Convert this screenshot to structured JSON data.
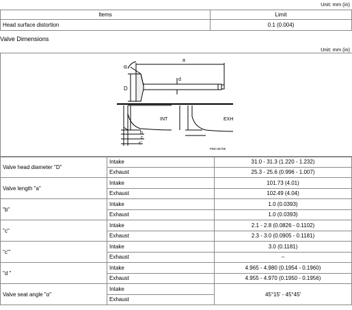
{
  "unit_label": "Unit: mm (in)",
  "table1": {
    "headers": [
      "Items",
      "Limit"
    ],
    "rows": [
      {
        "item": "Head surface distortion",
        "limit": "0.1 (0.004)"
      }
    ]
  },
  "section_title": "Valve Dimensions",
  "figure": {
    "labels": {
      "a": "a",
      "d": "d",
      "D": "D",
      "alpha": "α",
      "b": "b",
      "c": "c",
      "c_prime": "c'",
      "int": "INT",
      "exh": "EXH",
      "code": "PBIC3670E"
    }
  },
  "table2": {
    "rows": [
      {
        "item": "Valve head diameter \"D\"",
        "intake": "31.0 - 31.3 (1.220 - 1.232)",
        "exhaust": "25.3 - 25.6 (0.996 - 1.007)"
      },
      {
        "item": "Valve length \"a\"",
        "intake": "101.73 (4.01)",
        "exhaust": "102.49 (4.04)"
      },
      {
        "item": "\"b\"",
        "intake": "1.0 (0.0393)",
        "exhaust": "1.0 (0.0393)"
      },
      {
        "item": "\"c\"",
        "intake": "2.1 - 2.8 (0.0826 - 0.1102)",
        "exhaust": "2.3 - 3.0 (0.0905 - 0.1181)"
      },
      {
        "item": "\"c'\"",
        "intake": "3.0 (0.1181)",
        "exhaust": "–"
      },
      {
        "item": "\"d \"",
        "intake": "4.965 - 4.980 (0.1954 - 0.1960)",
        "exhaust": "4.955 - 4.970 (0.1950 - 0.1956)"
      },
      {
        "item": "Valve seat angle \"α\"",
        "intake": "Intake",
        "exhaust": "Exhaust",
        "value": "45°15′ - 45°45′"
      }
    ],
    "sub_labels": {
      "intake": "Intake",
      "exhaust": "Exhaust"
    }
  }
}
